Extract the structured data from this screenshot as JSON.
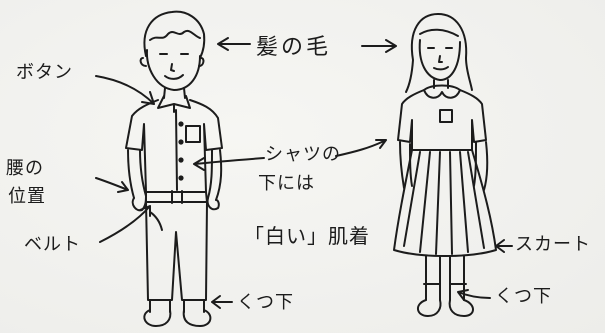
{
  "labels": {
    "button": "ボタン",
    "hair": "髪の毛",
    "waist_line1": "腰の",
    "waist_line2": "位置",
    "belt": "ベルト",
    "undershirt_line1": "シャツの",
    "undershirt_line2": "下には",
    "undershirt_line3": "「白い」肌着",
    "skirt": "スカート",
    "socks_boy": "くつ下",
    "socks_girl": "くつ下"
  },
  "colors": {
    "ink": "#1c1c1c",
    "paper": "#f2f2ef"
  }
}
